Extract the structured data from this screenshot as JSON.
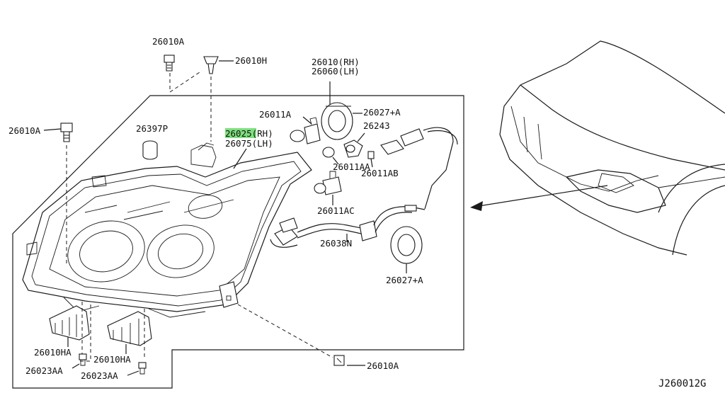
{
  "diagram_code": "J260012G",
  "highlight_color": "#7ee07e",
  "labels": {
    "bolt_top": "26010A",
    "clip_top": "26010H",
    "bolt_left": "26010A",
    "cap": "26397P",
    "lamp_rh": "26025(RH)",
    "lamp_lh": "26075(LH)",
    "bulb_a": "26011A",
    "bulb_top_rh": "26010(RH)",
    "bulb_top_lh": "26060(LH)",
    "cover_top": "26027+A",
    "socket": "26243",
    "bulb_aa": "26011AA",
    "bulb_ab": "26011AB",
    "bulb_ac": "26011AC",
    "harness": "26038N",
    "cover_bottom": "26027+A",
    "bracket_left": "26010HA",
    "bracket_right": "26010HA",
    "screw_left": "26023AA",
    "screw_right": "26023AA",
    "bolt_bottom": "26010A"
  }
}
